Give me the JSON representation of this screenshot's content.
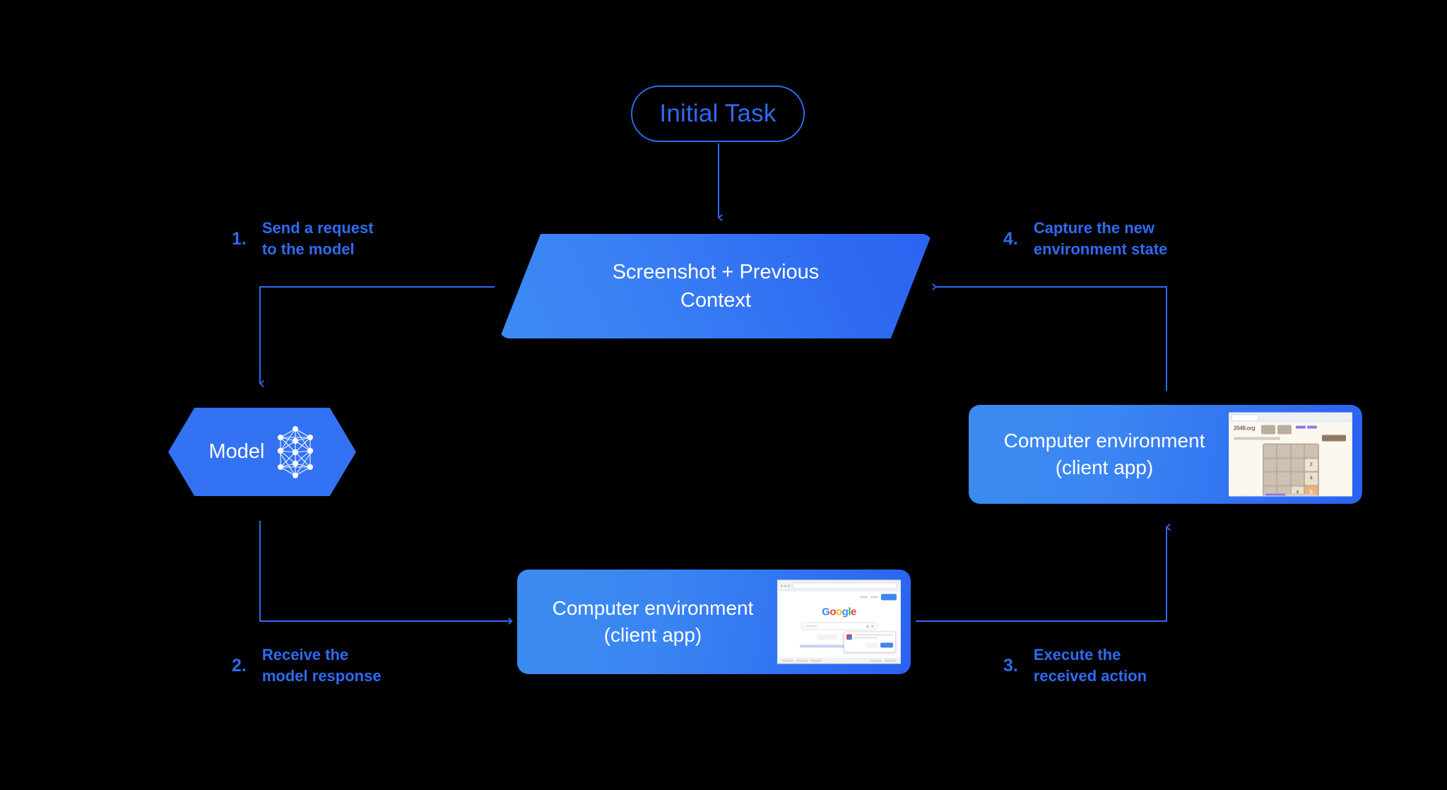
{
  "diagram": {
    "title_node": {
      "label": "Initial Task"
    },
    "context_node": {
      "line1": "Screenshot + Previous",
      "line2": "Context"
    },
    "model_node": {
      "label": "Model",
      "icon": "neural-network-icon"
    },
    "env_top_right": {
      "line1": "Computer environment",
      "line2": "(client app)",
      "thumbnail": "2048-game-screenshot",
      "thumb_app_name": "2048.org",
      "tiles": [
        "",
        "",
        "",
        "",
        "",
        "",
        "",
        "2",
        "",
        "",
        "",
        "4",
        "",
        "",
        "4",
        "8"
      ]
    },
    "env_bottom": {
      "line1": "Computer environment",
      "line2": "(client app)",
      "thumbnail": "google-search-screenshot",
      "thumb_logo_letters": [
        "G",
        "o",
        "o",
        "g",
        "l",
        "e"
      ]
    },
    "steps": [
      {
        "number": "1.",
        "text": "Send a request\nto the model"
      },
      {
        "number": "2.",
        "text": "Receive the\nmodel response"
      },
      {
        "number": "3.",
        "text": "Execute the\nreceived action"
      },
      {
        "number": "4.",
        "text": "Capture the new\nenvironment state"
      }
    ],
    "colors": {
      "background": "#000000",
      "accent_blue": "#2f6bf2",
      "light_blue": "#3b8bf0",
      "node_fill": "#3272f3",
      "text_on_node": "#ffffff"
    }
  }
}
